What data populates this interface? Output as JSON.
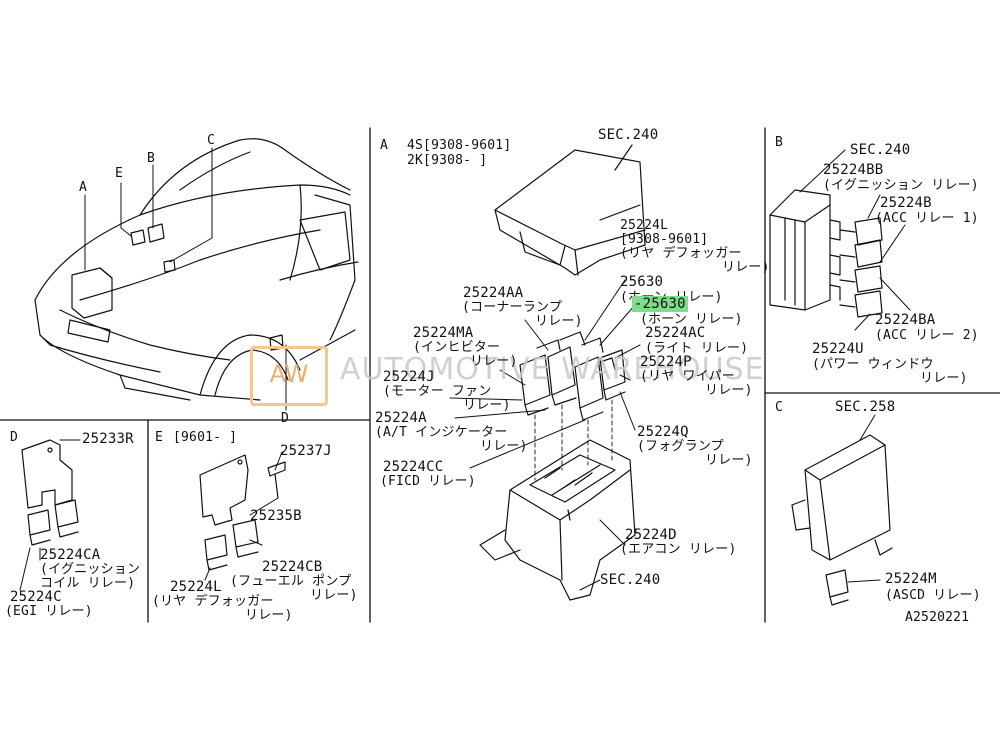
{
  "watermark": {
    "logo": "AW",
    "text": "AUTOMOTIVE WAREHOUSE"
  },
  "labels": {
    "car": {
      "A": "A",
      "B": "B",
      "C": "C",
      "D": "D",
      "E": "E"
    },
    "A": {
      "letter": "A",
      "spec1": "4S[9308-9601]",
      "spec2": "2K[9308-      ]",
      "sec240_top": "SEC.240",
      "p25224L": "25224L",
      "p25224L_date": "[9308-9601]",
      "p25224L_n1": "(リヤ デフォッガー",
      "p25224L_n2": "リレー)",
      "p25630a": "25630",
      "p25630a_n": "(ホーン リレー)",
      "p25630b": "-25630",
      "p25630b_n": "(ホーン リレー)",
      "p25224AC": "25224AC",
      "p25224AC_n": "(ライト リレー)",
      "p25224P": "25224P",
      "p25224P_n": "(リヤ ワイパー",
      "p25224P_n2": "リレー)",
      "p25224AA": "25224AA",
      "p25224AA_n": "(コーナーランプ",
      "p25224AA_n2": "リレー)",
      "p25224MA": "25224MA",
      "p25224MA_n": "(インヒビター",
      "p25224MA_n2": "リレー)",
      "p25224J": "25224J",
      "p25224J_n": "(モーター ファン",
      "p25224J_n2": "リレー)",
      "p25224A": "25224A",
      "p25224A_n": "(A/T インジケーター",
      "p25224A_n2": "リレー)",
      "p25224CC": "25224CC",
      "p25224CC_n": "(FICD リレー)",
      "p25224Q": "25224Q",
      "p25224Q_n": "(フォグランプ",
      "p25224Q_n2": "リレー)",
      "p25224D": "25224D",
      "p25224D_n": "(エアコン リレー)",
      "sec240_bottom": "SEC.240"
    },
    "B": {
      "letter": "B",
      "sec240": "SEC.240",
      "p25224BB": "25224BB",
      "p25224BB_n": "(イグニッション リレー)",
      "p25224B": "25224B",
      "p25224B_n": "(ACC リレー 1)",
      "p25224BA": "25224BA",
      "p25224BA_n": "(ACC リレー 2)",
      "p25224U": "25224U",
      "p25224U_n": "(パワー ウィンドウ",
      "p25224U_n2": "リレー)"
    },
    "C": {
      "letter": "C",
      "sec258": "SEC.258",
      "p25224M": "25224M",
      "p25224M_n": "(ASCD リレー)",
      "fig": "A2520221"
    },
    "D": {
      "letter": "D",
      "p25233R": "25233R",
      "p25224CA": "25224CA",
      "p25224CA_n": "(イグニッション",
      "p25224CA_n2": "コイル リレー)",
      "p25224C": "25224C",
      "p25224C_n": "(EGI リレー)"
    },
    "E": {
      "letter": "E",
      "date": "[9601-    ]",
      "p25237J": "25237J",
      "p25235B": "25235B",
      "p25224CB": "25224CB",
      "p25224CB_n": "(フューエル ポンプ",
      "p25224CB_n2": "リレー)",
      "p25224L": "25224L",
      "p25224L_n": "(リヤ デフォッガー",
      "p25224L_n2": "リレー)"
    }
  },
  "colors": {
    "highlight": "#7ddd8c",
    "line": "#111111"
  }
}
